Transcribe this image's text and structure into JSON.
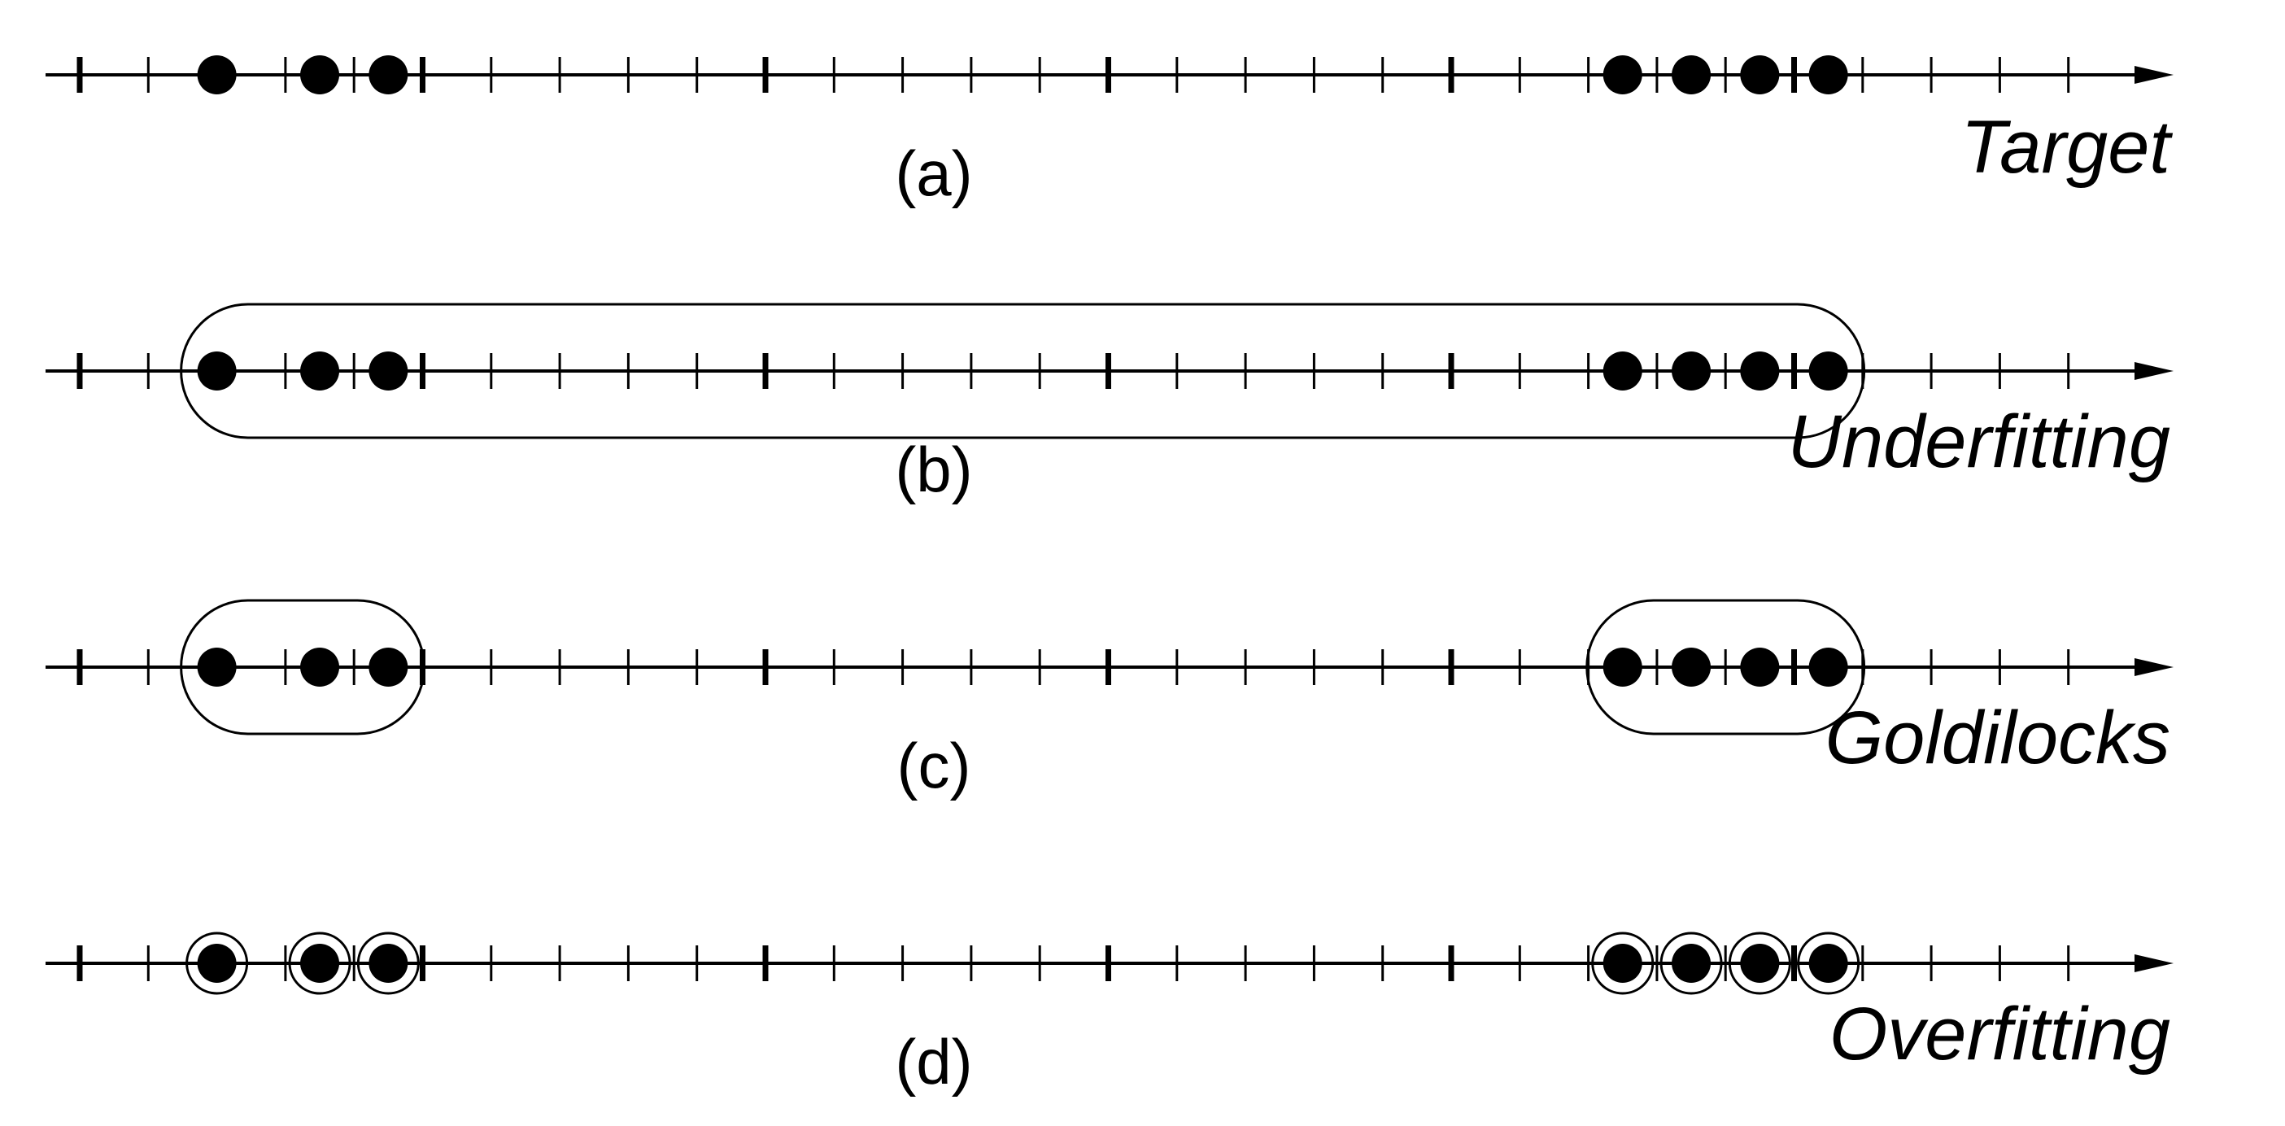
{
  "panels": [
    {
      "id": "a",
      "sub_label": "(a)",
      "name_label": "Target",
      "grouping": "none",
      "groups": [],
      "point_indices": [
        2,
        3.5,
        4.5,
        22.5,
        23.5,
        24.5,
        25.5
      ]
    },
    {
      "id": "b",
      "sub_label": "(b)",
      "name_label": "Underfitting",
      "grouping": "single-cluster",
      "groups": [
        [
          0,
          1,
          2,
          3,
          4,
          5,
          6
        ]
      ],
      "point_indices": [
        2,
        3.5,
        4.5,
        22.5,
        23.5,
        24.5,
        25.5
      ]
    },
    {
      "id": "c",
      "sub_label": "(c)",
      "name_label": "Goldilocks",
      "grouping": "two-clusters",
      "groups": [
        [
          0,
          1,
          2
        ],
        [
          3,
          4,
          5,
          6
        ]
      ],
      "point_indices": [
        2,
        3.5,
        4.5,
        22.5,
        23.5,
        24.5,
        25.5
      ]
    },
    {
      "id": "d",
      "sub_label": "(d)",
      "name_label": "Overfitting",
      "grouping": "each-point",
      "groups": [
        [
          0
        ],
        [
          1
        ],
        [
          2
        ],
        [
          3
        ],
        [
          4
        ],
        [
          5
        ],
        [
          6
        ]
      ],
      "point_indices": [
        2,
        3.5,
        4.5,
        22.5,
        23.5,
        24.5,
        25.5
      ]
    }
  ],
  "axis": {
    "tick_count": 30,
    "major_tick_every": 5,
    "arrow": "right"
  },
  "colors": {
    "ink": "#000000",
    "background": "#ffffff"
  }
}
